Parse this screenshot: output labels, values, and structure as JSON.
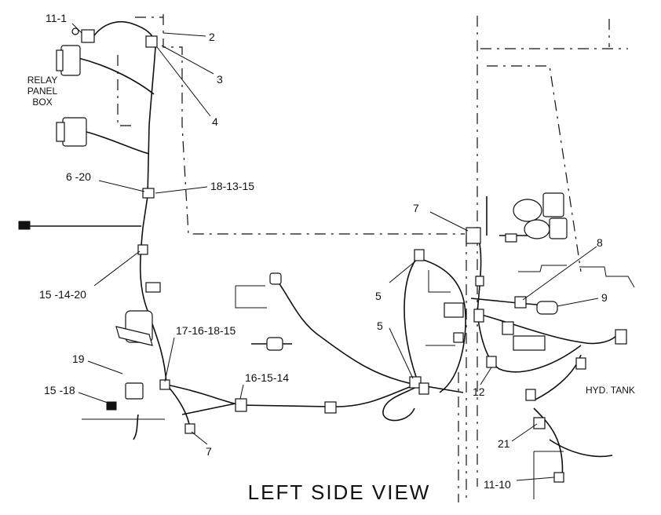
{
  "diagram": {
    "title": "LEFT SIDE VIEW",
    "relay_box_label": [
      "RELAY",
      "PANEL",
      "BOX"
    ],
    "hyd_tank_label": "HYD. TANK",
    "callouts": [
      "11-1",
      "2",
      "3",
      "4",
      "6 -20",
      "18-13-15",
      "15 -14-20",
      "7",
      "8",
      "9",
      "5",
      "5",
      "17-16-18-15",
      "19",
      "15 -18",
      "16-15-14",
      "7",
      "12",
      "21",
      "11-10"
    ]
  }
}
